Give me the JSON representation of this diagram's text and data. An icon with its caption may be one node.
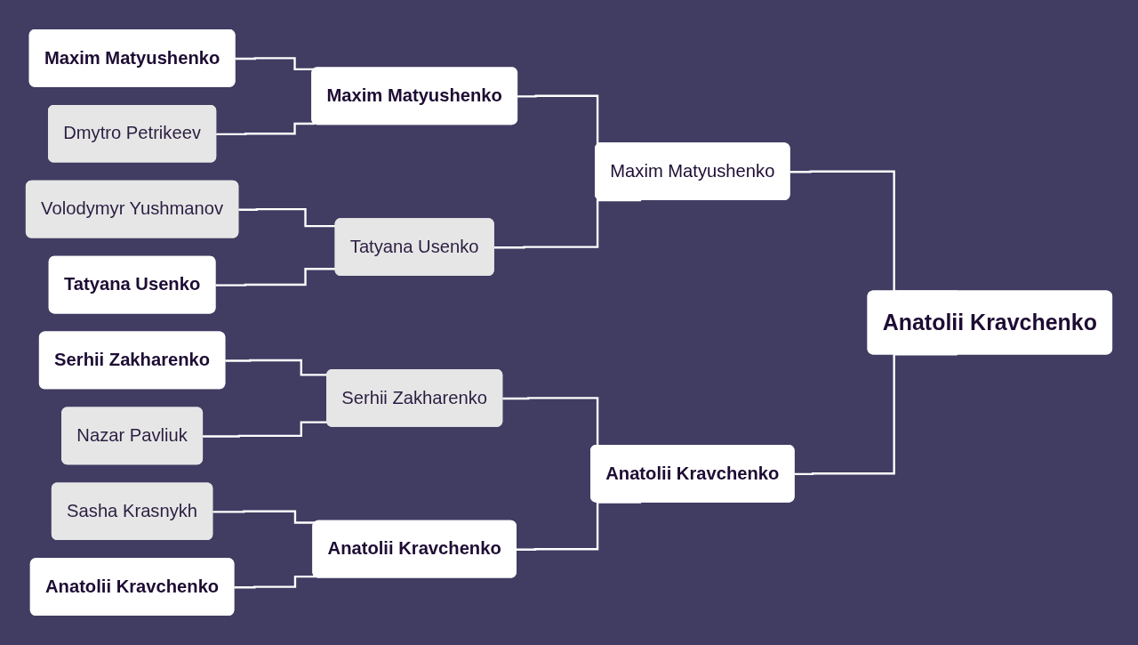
{
  "diagram": {
    "nodes": [
      {
        "text": [
          "Maxim Matyushenko"
        ]
      },
      {
        "text": [
          "Dmytro Petrikeev"
        ]
      },
      {
        "text": [
          "Volodymyr Yushmanov"
        ]
      },
      {
        "text": [
          "Tatyana Usenko"
        ]
      },
      {
        "text": [
          "Serhii Zakharenko"
        ]
      },
      {
        "text": [
          "Nazar Pavliuk"
        ]
      },
      {
        "text": [
          "Sasha Krasnykh"
        ]
      },
      {
        "text": [
          "Anatolii Kravchenko"
        ]
      },
      {
        "text": [
          "Maxim Matyushenko"
        ]
      },
      {
        "text": [
          "Tatyana Usenko"
        ]
      },
      {
        "text": [
          "Serhii Zakharenko"
        ]
      },
      {
        "text": [
          "Anatolii Kravchenko"
        ]
      },
      {
        "text": [
          "Maxim Matyushenko"
        ]
      },
      {
        "text": [
          "Anatolii Kravchenko"
        ]
      },
      {
        "text": [
          "Anatolii Kravchenko"
        ]
      }
    ],
    "edges": [
      {
        "from": 0,
        "to": 8,
        "arrow": "none"
      },
      {
        "from": 1,
        "to": 8,
        "arrow": "none"
      },
      {
        "from": 2,
        "to": 9,
        "arrow": "none"
      },
      {
        "from": 3,
        "to": 9,
        "arrow": "none"
      },
      {
        "from": 4,
        "to": 10,
        "arrow": "none"
      },
      {
        "from": 5,
        "to": 10,
        "arrow": "none"
      },
      {
        "from": 6,
        "to": 11,
        "arrow": "none"
      },
      {
        "from": 7,
        "to": 11,
        "arrow": "none"
      },
      {
        "from": 8,
        "to": 12,
        "arrow": "none"
      },
      {
        "from": 9,
        "to": 12,
        "arrow": "none"
      },
      {
        "from": 10,
        "to": 13,
        "arrow": "none"
      },
      {
        "from": 11,
        "to": 13,
        "arrow": "none"
      },
      {
        "from": 12,
        "to": 14,
        "arrow": "none"
      },
      {
        "from": 13,
        "to": 14,
        "arrow": "none"
      }
    ]
  }
}
